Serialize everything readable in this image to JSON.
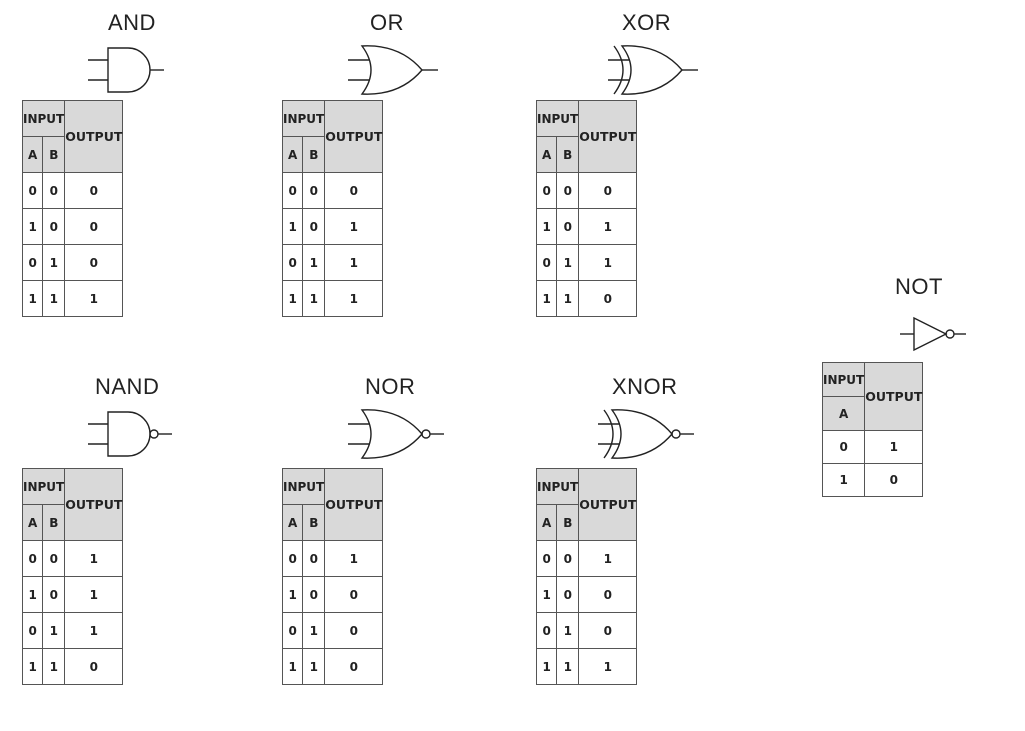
{
  "labels": {
    "input": "INPUT",
    "output": "OUTPUT",
    "a": "A",
    "b": "B"
  },
  "gates": [
    {
      "id": "and",
      "name": "AND",
      "rows": [
        [
          "0",
          "0",
          "0"
        ],
        [
          "1",
          "0",
          "0"
        ],
        [
          "0",
          "1",
          "0"
        ],
        [
          "1",
          "1",
          "1"
        ]
      ]
    },
    {
      "id": "or",
      "name": "OR",
      "rows": [
        [
          "0",
          "0",
          "0"
        ],
        [
          "1",
          "0",
          "1"
        ],
        [
          "0",
          "1",
          "1"
        ],
        [
          "1",
          "1",
          "1"
        ]
      ]
    },
    {
      "id": "xor",
      "name": "XOR",
      "rows": [
        [
          "0",
          "0",
          "0"
        ],
        [
          "1",
          "0",
          "1"
        ],
        [
          "0",
          "1",
          "1"
        ],
        [
          "1",
          "1",
          "0"
        ]
      ]
    },
    {
      "id": "nand",
      "name": "NAND",
      "rows": [
        [
          "0",
          "0",
          "1"
        ],
        [
          "1",
          "0",
          "1"
        ],
        [
          "0",
          "1",
          "1"
        ],
        [
          "1",
          "1",
          "0"
        ]
      ]
    },
    {
      "id": "nor",
      "name": "NOR",
      "rows": [
        [
          "0",
          "0",
          "1"
        ],
        [
          "1",
          "0",
          "0"
        ],
        [
          "0",
          "1",
          "0"
        ],
        [
          "1",
          "1",
          "0"
        ]
      ]
    },
    {
      "id": "xnor",
      "name": "XNOR",
      "rows": [
        [
          "0",
          "0",
          "1"
        ],
        [
          "1",
          "0",
          "0"
        ],
        [
          "0",
          "1",
          "0"
        ],
        [
          "1",
          "1",
          "1"
        ]
      ]
    }
  ],
  "not_gate": {
    "id": "not",
    "name": "NOT",
    "rows": [
      [
        "0",
        "1"
      ],
      [
        "1",
        "0"
      ]
    ]
  }
}
